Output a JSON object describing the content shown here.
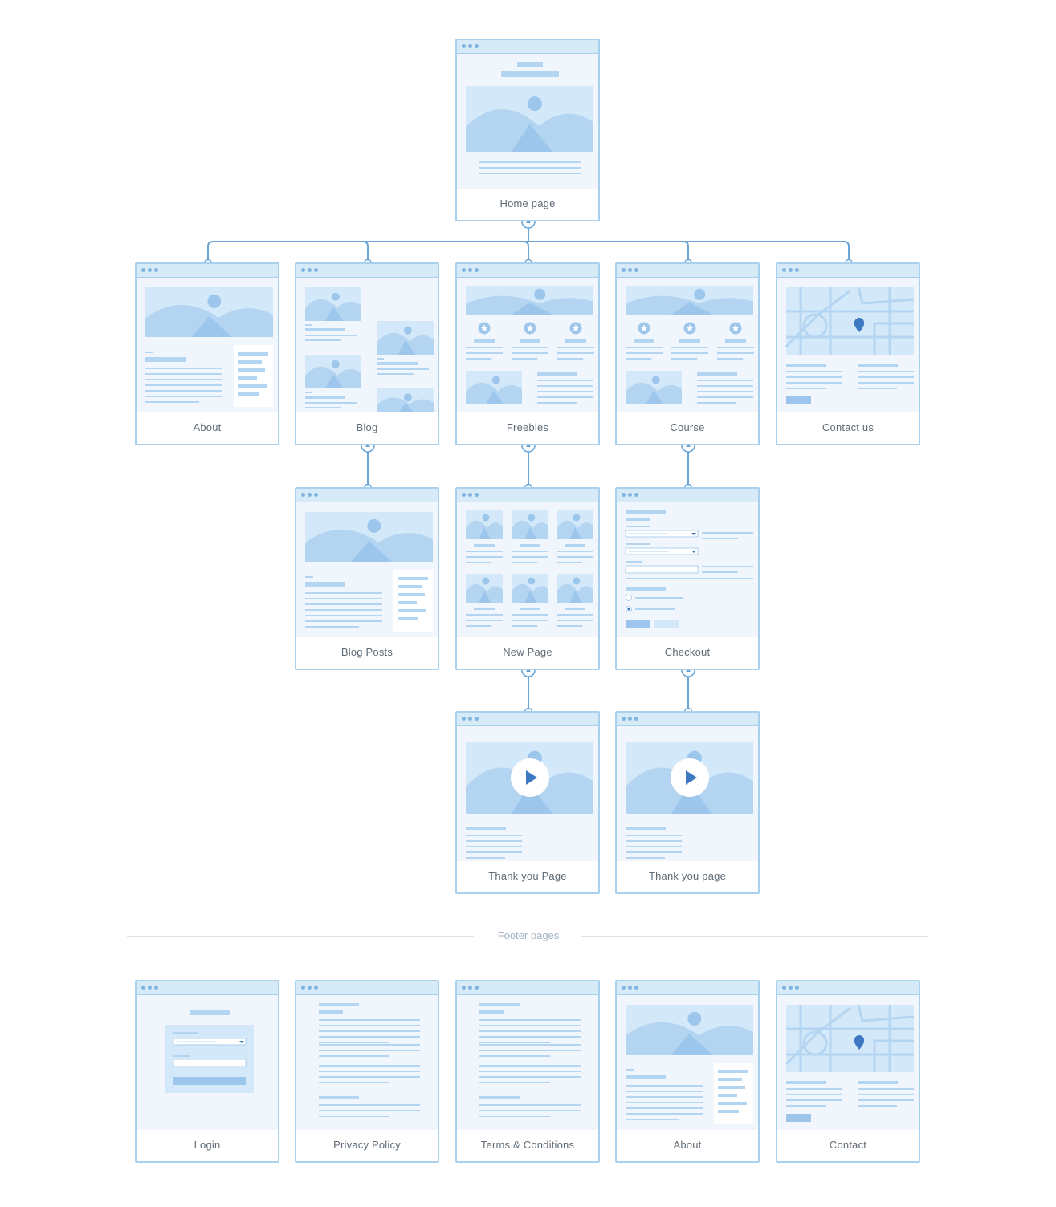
{
  "colors": {
    "border": "#a9d1ee",
    "titlebar": "#d7eaf8",
    "dot": "#7fb4e0",
    "body": "#f0f6fb",
    "light": "#d3e8f9",
    "mid": "#b3d5f1",
    "deep": "#9cc6ec",
    "accent": "#3f78c2",
    "connector": "#6aa5d6",
    "label_text": "#5f6b76",
    "footer_text": "#a7b4c0"
  },
  "sitemap": {
    "pages": [
      {
        "id": "home",
        "label": "Home page",
        "layout": "home"
      },
      {
        "id": "about",
        "label": "About",
        "layout": "about"
      },
      {
        "id": "blog",
        "label": "Blog",
        "layout": "blog"
      },
      {
        "id": "freebies",
        "label": "Freebies",
        "layout": "features"
      },
      {
        "id": "course",
        "label": "Course",
        "layout": "features"
      },
      {
        "id": "contact-us",
        "label": "Contact us",
        "layout": "contact"
      },
      {
        "id": "blog-posts",
        "label": "Blog Posts",
        "layout": "about"
      },
      {
        "id": "new-page",
        "label": "New Page",
        "layout": "gallery"
      },
      {
        "id": "checkout",
        "label": "Checkout",
        "layout": "form"
      },
      {
        "id": "thank-you-1",
        "label": "Thank you Page",
        "layout": "video"
      },
      {
        "id": "thank-you-2",
        "label": "Thank you page",
        "layout": "video"
      }
    ],
    "links": [
      [
        "home",
        "about"
      ],
      [
        "home",
        "blog"
      ],
      [
        "home",
        "freebies"
      ],
      [
        "home",
        "course"
      ],
      [
        "home",
        "contact-us"
      ],
      [
        "blog",
        "blog-posts"
      ],
      [
        "freebies",
        "new-page"
      ],
      [
        "course",
        "checkout"
      ],
      [
        "new-page",
        "thank-you-1"
      ],
      [
        "checkout",
        "thank-you-2"
      ]
    ]
  },
  "footer": {
    "title": "Footer pages",
    "pages": [
      {
        "id": "login",
        "label": "Login",
        "layout": "login"
      },
      {
        "id": "privacy-policy",
        "label": "Privacy Policy",
        "layout": "text"
      },
      {
        "id": "terms",
        "label": "Terms & Conditions",
        "layout": "text"
      },
      {
        "id": "footer-about",
        "label": "About",
        "layout": "about"
      },
      {
        "id": "footer-contact",
        "label": "Contact",
        "layout": "contact"
      }
    ]
  }
}
